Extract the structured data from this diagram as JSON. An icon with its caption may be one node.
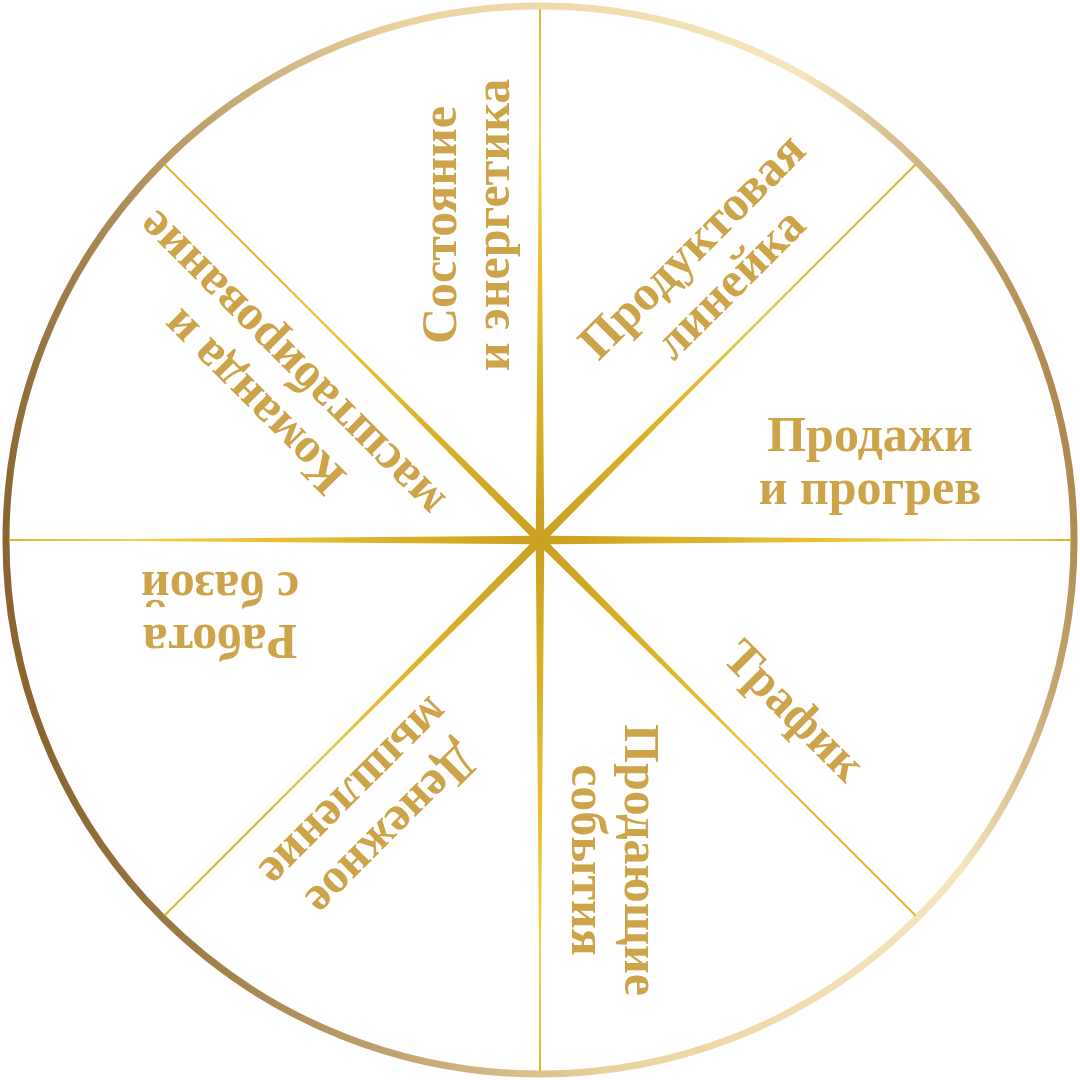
{
  "diagram": {
    "nodes": [
      {
        "text": [
          "Состояние и энергетика"
        ]
      },
      {
        "text": [
          "Продуктовая линейка"
        ]
      },
      {
        "text": [
          "Продажи и прогрев"
        ]
      },
      {
        "text": [
          "Трафик"
        ]
      },
      {
        "text": [
          "Продающие события"
        ]
      },
      {
        "text": [
          "Денежное мышление"
        ]
      },
      {
        "text": [
          "Работа с базой"
        ]
      },
      {
        "text": [
          "Команда и масштабирование"
        ]
      }
    ],
    "edges": []
  }
}
